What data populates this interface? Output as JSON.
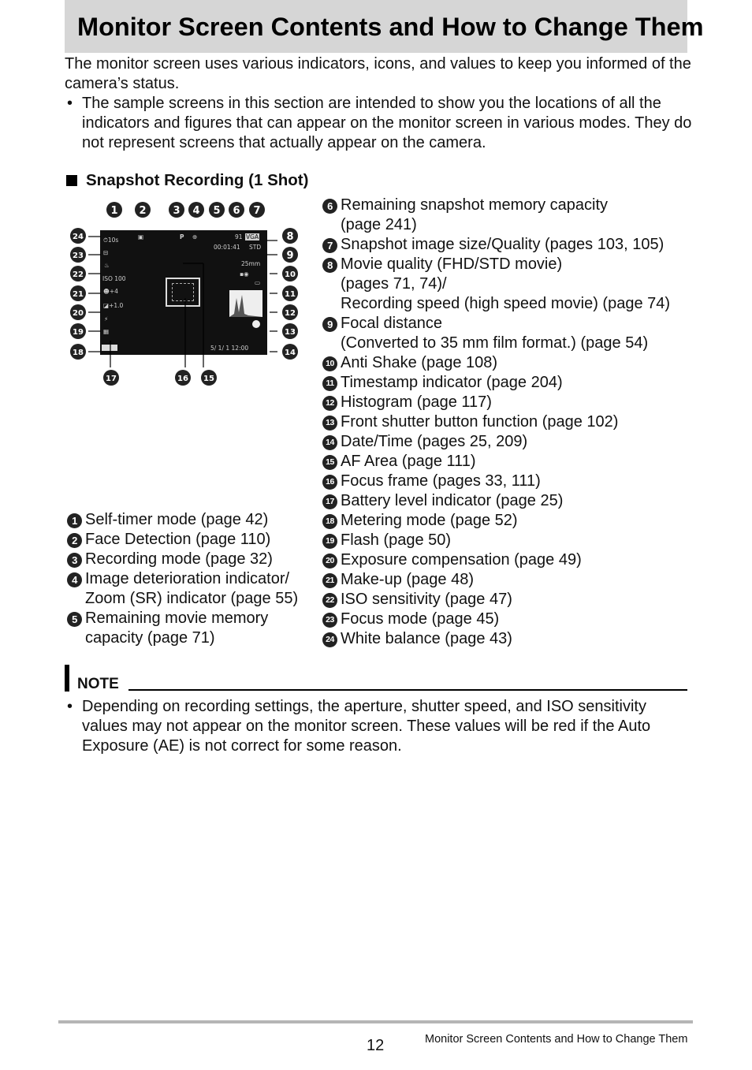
{
  "title": "Monitor Screen Contents and How to Change Them",
  "intro": {
    "paragraph": "The monitor screen uses various indicators, icons, and values to keep you informed of the camera’s status.",
    "bullet": "The sample screens in this section are intended to show you the locations of all the indicators and figures that can appear on the monitor screen in various modes. They do not represent screens that actually appear on the camera."
  },
  "section_title": "Snapshot Recording (1 Shot)",
  "screen": {
    "self_timer": "10s",
    "mode": "P",
    "time": "00:01:41",
    "remaining": "91",
    "size": "VGA",
    "movie": "STD",
    "focal": "25mm",
    "iso": "ISO 100",
    "makeup": "+4",
    "exposure": "+1.0",
    "date": "5/ 1/ 1   12:00"
  },
  "left_items": [
    {
      "n": "1",
      "lines": [
        "Self-timer mode (page 42)"
      ]
    },
    {
      "n": "2",
      "lines": [
        "Face Detection (page 110)"
      ]
    },
    {
      "n": "3",
      "lines": [
        "Recording mode (page 32)"
      ]
    },
    {
      "n": "4",
      "lines": [
        "Image deterioration indicator/",
        "Zoom (SR) indicator (page 55)"
      ]
    },
    {
      "n": "5",
      "lines": [
        "Remaining movie memory",
        "capacity (page 71)"
      ]
    }
  ],
  "right_items": [
    {
      "n": "6",
      "lines": [
        "Remaining snapshot memory capacity",
        "(page 241)"
      ]
    },
    {
      "n": "7",
      "lines": [
        "Snapshot image size/Quality (pages 103, 105)"
      ]
    },
    {
      "n": "8",
      "lines": [
        "Movie quality (FHD/STD movie)",
        "(pages 71, 74)/",
        "Recording speed (high speed movie) (page 74)"
      ]
    },
    {
      "n": "9",
      "lines": [
        "Focal distance",
        "(Converted to 35 mm film format.) (page 54)"
      ]
    },
    {
      "n": "10",
      "lines": [
        "Anti Shake (page 108)"
      ]
    },
    {
      "n": "11",
      "lines": [
        "Timestamp indicator (page 204)"
      ]
    },
    {
      "n": "12",
      "lines": [
        "Histogram (page 117)"
      ]
    },
    {
      "n": "13",
      "lines": [
        "Front shutter button function (page 102)"
      ]
    },
    {
      "n": "14",
      "lines": [
        "Date/Time (pages 25, 209)"
      ]
    },
    {
      "n": "15",
      "lines": [
        "AF Area (page 111)"
      ]
    },
    {
      "n": "16",
      "lines": [
        "Focus frame (pages 33, 111)"
      ]
    },
    {
      "n": "17",
      "lines": [
        "Battery level indicator (page 25)"
      ]
    },
    {
      "n": "18",
      "lines": [
        "Metering mode (page 52)"
      ]
    },
    {
      "n": "19",
      "lines": [
        "Flash (page 50)"
      ]
    },
    {
      "n": "20",
      "lines": [
        "Exposure compensation (page 49)"
      ]
    },
    {
      "n": "21",
      "lines": [
        "Make-up (page 48)"
      ]
    },
    {
      "n": "22",
      "lines": [
        "ISO sensitivity (page 47)"
      ]
    },
    {
      "n": "23",
      "lines": [
        "Focus mode (page 45)"
      ]
    },
    {
      "n": "24",
      "lines": [
        "White balance (page 43)"
      ]
    }
  ],
  "note": {
    "label": "NOTE",
    "bullet": "Depending on recording settings, the aperture, shutter speed, and ISO sensitivity values may not appear on the monitor screen. These values will be red if the Auto Exposure (AE) is not correct for some reason."
  },
  "footer": {
    "page_number": "12",
    "running_title": "Monitor Screen Contents and How to Change Them"
  }
}
